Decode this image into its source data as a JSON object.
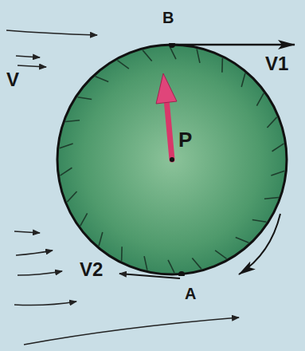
{
  "diagram": {
    "nodes": [
      {
        "text": [
          "P"
        ]
      }
    ],
    "labels": [
      "B",
      "V1",
      "V",
      "V2",
      "A"
    ]
  }
}
